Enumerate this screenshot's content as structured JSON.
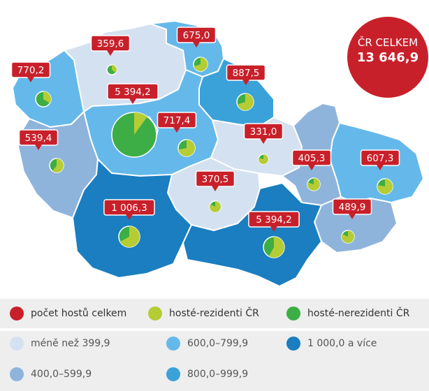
{
  "total": {
    "label": "ČR CELKEM",
    "value": "13 646,9"
  },
  "colors": {
    "scale_lt399": "#d4e1f0",
    "scale_400_599": "#8fb4dc",
    "scale_600_799": "#64b9ea",
    "scale_800_999": "#3ba1d9",
    "scale_1000": "#1a7ec0",
    "total": "#c8202a",
    "resident": "#b5cc35",
    "nonresident": "#3cae45"
  },
  "regions": [
    {
      "id": "karlovarsky",
      "value": "770,2",
      "scale": "scale_600_799",
      "resident_share": 0.34
    },
    {
      "id": "ustecky",
      "value": "359,6",
      "scale": "scale_lt399",
      "resident_share": 0.35
    },
    {
      "id": "liberecky",
      "value": "675,0",
      "scale": "scale_600_799",
      "resident_share": 0.7
    },
    {
      "id": "kralovehradecky",
      "value": "887,5",
      "scale": "scale_800_999",
      "resident_share": 0.7
    },
    {
      "id": "praha",
      "value": "5 394,2",
      "scale": "scale_800_999",
      "resident_share": 0.1
    },
    {
      "id": "stredocesky",
      "value": "717,4",
      "scale": "scale_600_799",
      "resident_share": 0.72
    },
    {
      "id": "plzensky",
      "value": "539,4",
      "scale": "scale_400_599",
      "resident_share": 0.6
    },
    {
      "id": "pardubicky",
      "value": "331,0",
      "scale": "scale_lt399",
      "resident_share": 0.8
    },
    {
      "id": "olomoucky",
      "value": "405,3",
      "scale": "scale_400_599",
      "resident_share": 0.8
    },
    {
      "id": "moravskoslezsky",
      "value": "607,3",
      "scale": "scale_600_799",
      "resident_share": 0.78
    },
    {
      "id": "vysocina",
      "value": "370,5",
      "scale": "scale_lt399",
      "resident_share": 0.82
    },
    {
      "id": "zlinsky",
      "value": "489,9",
      "scale": "scale_400_599",
      "resident_share": 0.82
    },
    {
      "id": "jihocesky",
      "value": "1 006,3",
      "scale": "scale_1000",
      "resident_share": 0.67
    },
    {
      "id": "jihomoravsky",
      "value": "5 394,2",
      "scale": "scale_1000",
      "resident_share": 0.58
    }
  ],
  "legend": {
    "total_label": "počet hostů celkem",
    "resident_label": "hosté-rezidenti ČR",
    "nonresident_label": "hosté-nerezidenti ČR",
    "scale_lt399_label": "méně než 399,9",
    "scale_400_599_label": "400,0–599,9",
    "scale_600_799_label": "600,0–799,9",
    "scale_800_999_label": "800,0–999,9",
    "scale_1000_label": "1 000,0 a více"
  }
}
